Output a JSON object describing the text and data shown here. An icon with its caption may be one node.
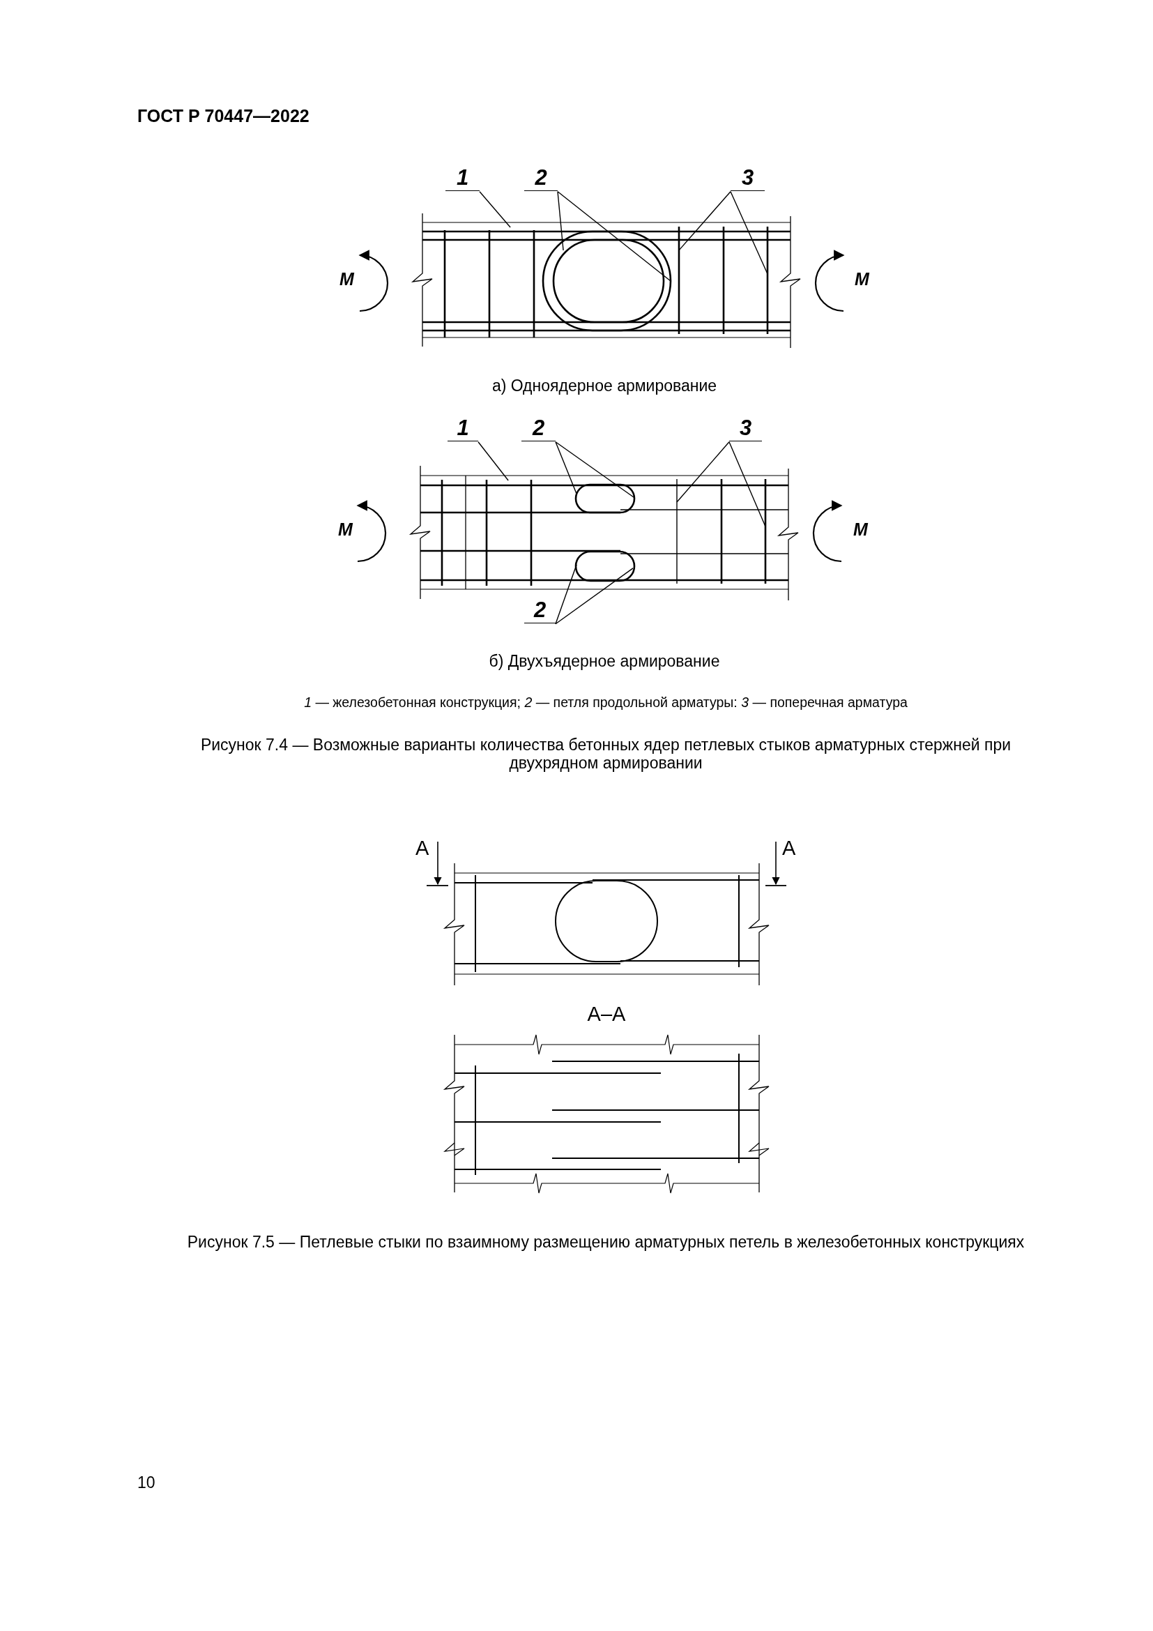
{
  "diagram": {
    "nodes": [
      {
        "text": [
          "1"
        ]
      },
      {
        "text": [
          "2"
        ]
      },
      {
        "text": [
          "3"
        ]
      },
      {
        "text": [
          "1"
        ]
      },
      {
        "text": [
          "2"
        ]
      },
      {
        "text": [
          "3"
        ]
      },
      {
        "text": [
          "2"
        ]
      },
      {
        "text": [],
        "shape": "box"
      },
      {
        "text": [],
        "shape": "loop",
        "in": 7
      },
      {
        "text": [],
        "shape": "loop",
        "in": 8
      },
      {
        "text": [],
        "shape": "bar",
        "in": 7
      },
      {
        "text": [],
        "shape": "bar",
        "in": 7
      },
      {
        "text": [],
        "shape": "box"
      },
      {
        "text": [],
        "shape": "loop",
        "in": 12
      },
      {
        "text": [],
        "shape": "bar",
        "in": 12
      },
      {
        "text": [],
        "shape": "bar",
        "in": 12
      },
      {
        "text": [],
        "shape": "loop",
        "in": 12
      }
    ],
    "edges": [
      {
        "from": 0,
        "to": 7,
        "arrow": "none"
      },
      {
        "from": 1,
        "to": 9,
        "arrow": "none"
      },
      {
        "from": 1,
        "to": 8,
        "arrow": "none"
      },
      {
        "from": 2,
        "to": 10,
        "arrow": "none"
      },
      {
        "from": 2,
        "to": 11,
        "arrow": "none"
      },
      {
        "from": 3,
        "to": 12,
        "arrow": "none"
      },
      {
        "from": 4,
        "to": 13,
        "arrow": "none"
      },
      {
        "from": 4,
        "to": 13,
        "arrow": "none"
      },
      {
        "from": 5,
        "to": 14,
        "arrow": "none"
      },
      {
        "from": 5,
        "to": 15,
        "arrow": "none"
      },
      {
        "from": 6,
        "to": 16,
        "arrow": "none"
      },
      {
        "from": 6,
        "to": 16,
        "arrow": "none"
      }
    ],
    "labels": [
      "ГОСТ Р 70447—2022",
      "М",
      "М",
      "а) Одноядерное армирование",
      "М",
      "М",
      "б) Двухъядерное армирование",
      "*1* — железобетонная конструкция; *2* — петля продольной арматуры: *3* — поперечная арматура",
      "Рисунок 7.4 — Возможные варианты количества бетонных ядер петлевых стыков арматурных стержней при двухрядном армировании",
      "А",
      "А",
      "А–А",
      "Рисунок 7.5 — Петлевые стыки по взаимному размещению арматурных петель в железобетонных конструкциях",
      "10"
    ]
  }
}
